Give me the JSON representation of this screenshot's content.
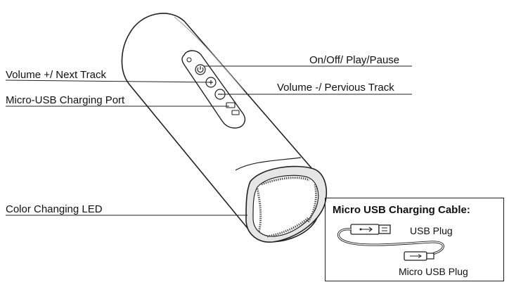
{
  "labels": {
    "volume_up": "Volume +/ Next Track",
    "micro_usb_port": "Micro-USB Charging Port",
    "color_led": "Color Changing LED",
    "power_play": "On/Off/ Play/Pause",
    "volume_down": "Volume -/ Pervious Track"
  },
  "cable_box": {
    "title": "Micro USB Charging Cable:",
    "usb_plug": "USB Plug",
    "micro_usb_plug": "Micro USB Plug"
  }
}
